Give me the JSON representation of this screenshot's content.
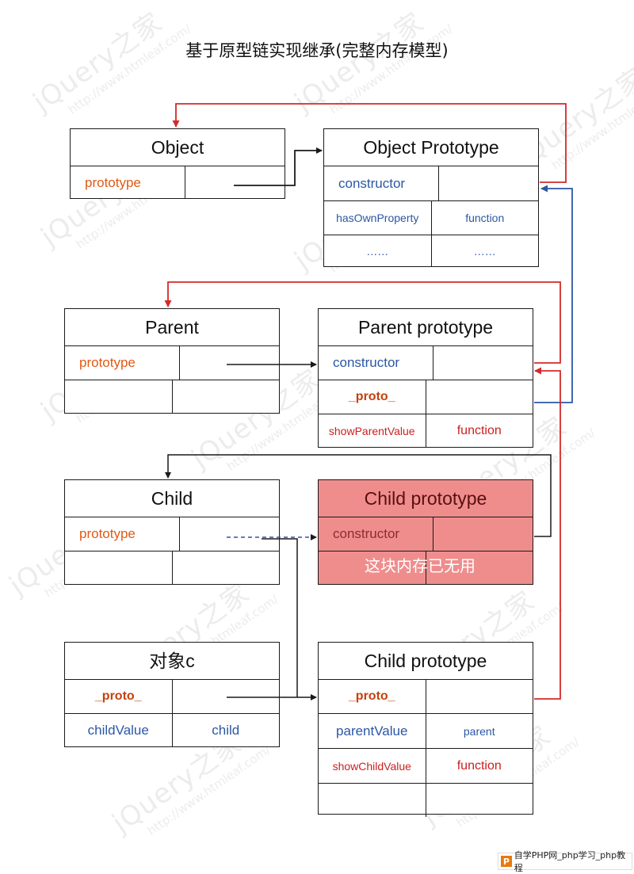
{
  "title": "基于原型链实现继承(完整内存模型)",
  "watermark": {
    "brand": "jQuery之家",
    "url": "http://www.htmleaf.com/"
  },
  "boxes": {
    "object": {
      "title": "Object",
      "rows": [
        [
          "prototype",
          ""
        ]
      ]
    },
    "object_prototype": {
      "title": "Object Prototype",
      "rows": [
        [
          "constructor",
          ""
        ],
        [
          "hasOwnProperty",
          "function"
        ],
        [
          "……",
          "……"
        ]
      ]
    },
    "parent": {
      "title": "Parent",
      "rows": [
        [
          "prototype",
          ""
        ],
        [
          "",
          ""
        ]
      ]
    },
    "parent_prototype": {
      "title": "Parent prototype",
      "rows": [
        [
          "constructor",
          ""
        ],
        [
          "_proto_",
          ""
        ],
        [
          "showParentValue",
          "function"
        ]
      ]
    },
    "child": {
      "title": "Child",
      "rows": [
        [
          "prototype",
          ""
        ],
        [
          "",
          ""
        ]
      ]
    },
    "child_prototype_old": {
      "title": "Child prototype",
      "rows": [
        [
          "constructor",
          ""
        ],
        [
          "",
          ""
        ]
      ],
      "note": "这块内存已无用",
      "color": "#ef8d8d"
    },
    "instance_c": {
      "title": "对象c",
      "rows": [
        [
          "_proto_",
          ""
        ],
        [
          "childValue",
          "child"
        ]
      ]
    },
    "child_prototype_new": {
      "title": "Child prototype",
      "rows": [
        [
          "_proto_",
          ""
        ],
        [
          "parentValue",
          "parent"
        ],
        [
          "showChildValue",
          "function"
        ],
        [
          "",
          ""
        ]
      ]
    }
  },
  "colors": {
    "red_arrow": "#d42a2a",
    "blue_arrow": "#2b57a5",
    "black_arrow": "#1a1a1a"
  },
  "footer": {
    "text": "自学PHP网_php学习_php教程",
    "logo": "P"
  }
}
